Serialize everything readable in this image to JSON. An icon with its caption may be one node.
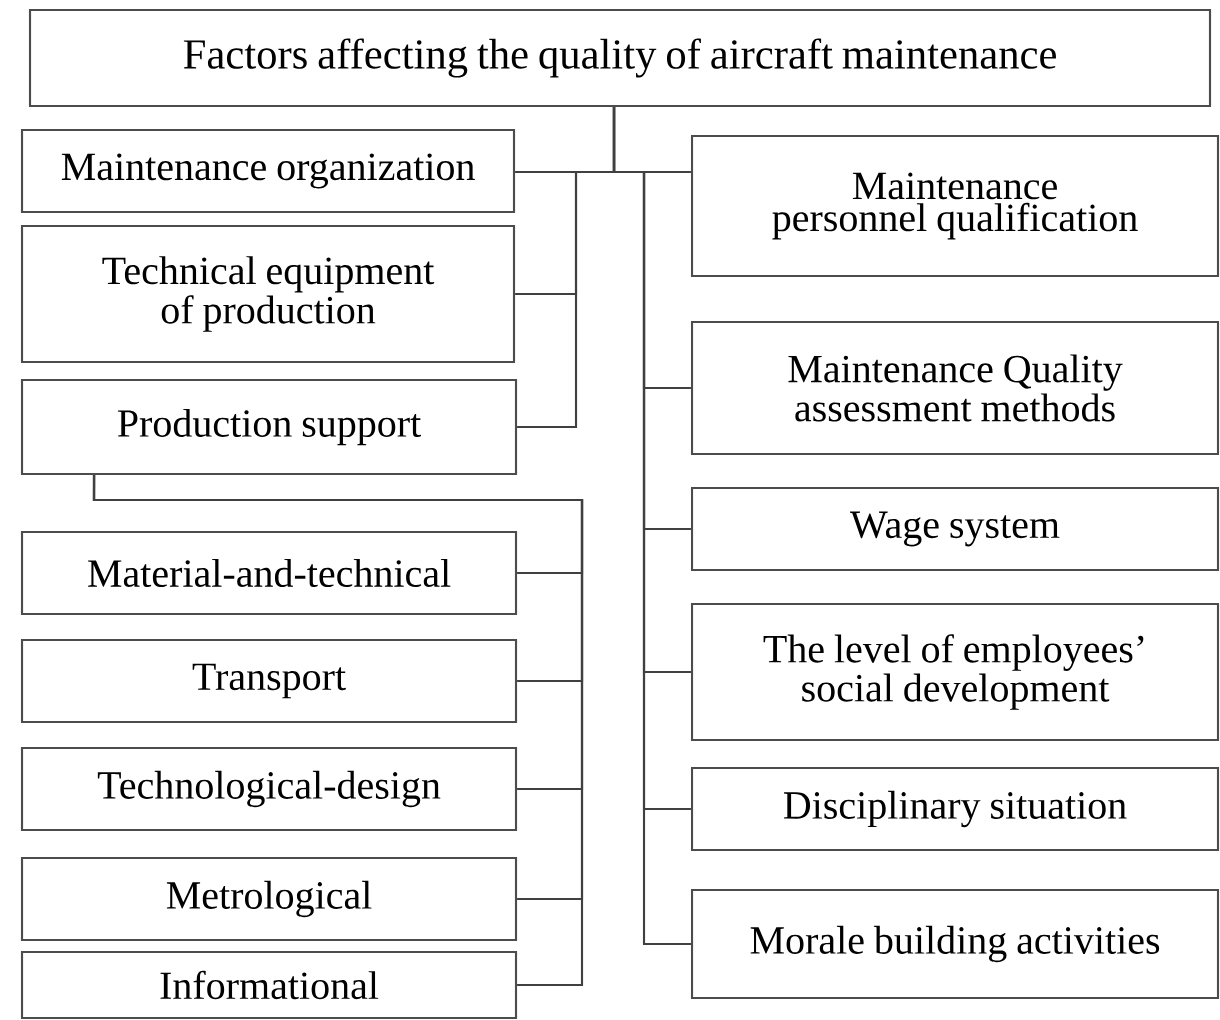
{
  "diagram": {
    "nodes": [
      {
        "text": [
          "Factors affecting the quality of aircraft maintenance"
        ]
      },
      {
        "text": [
          "Maintenance organization"
        ]
      },
      {
        "text": [
          "Technical equipment of production"
        ]
      },
      {
        "text": [
          "Production support"
        ]
      },
      {
        "text": [
          "Material-and-technical"
        ]
      },
      {
        "text": [
          "Transport"
        ]
      },
      {
        "text": [
          "Technological-design"
        ]
      },
      {
        "text": [
          "Metrological"
        ]
      },
      {
        "text": [
          "Informational"
        ]
      },
      {
        "text": [
          "Maintenance personnel qualification"
        ]
      },
      {
        "text": [
          "Maintenance Quality assessment methods"
        ]
      },
      {
        "text": [
          "Wage system"
        ]
      },
      {
        "text": [
          "The level of employees’ social development"
        ]
      },
      {
        "text": [
          "Disciplinary situation"
        ]
      },
      {
        "text": [
          "Morale building activities"
        ]
      }
    ],
    "edges": [
      {
        "from": 0,
        "to": 1,
        "arrow": "none"
      },
      {
        "from": 0,
        "to": 2,
        "arrow": "none"
      },
      {
        "from": 0,
        "to": 3,
        "arrow": "none"
      },
      {
        "from": 3,
        "to": 4,
        "arrow": "none"
      },
      {
        "from": 3,
        "to": 5,
        "arrow": "none"
      },
      {
        "from": 3,
        "to": 6,
        "arrow": "none"
      },
      {
        "from": 3,
        "to": 7,
        "arrow": "none"
      },
      {
        "from": 3,
        "to": 8,
        "arrow": "none"
      },
      {
        "from": 0,
        "to": 9,
        "arrow": "none"
      },
      {
        "from": 0,
        "to": 10,
        "arrow": "none"
      },
      {
        "from": 0,
        "to": 11,
        "arrow": "none"
      },
      {
        "from": 0,
        "to": 12,
        "arrow": "none"
      },
      {
        "from": 0,
        "to": 13,
        "arrow": "none"
      },
      {
        "from": 0,
        "to": 14,
        "arrow": "none"
      }
    ]
  }
}
